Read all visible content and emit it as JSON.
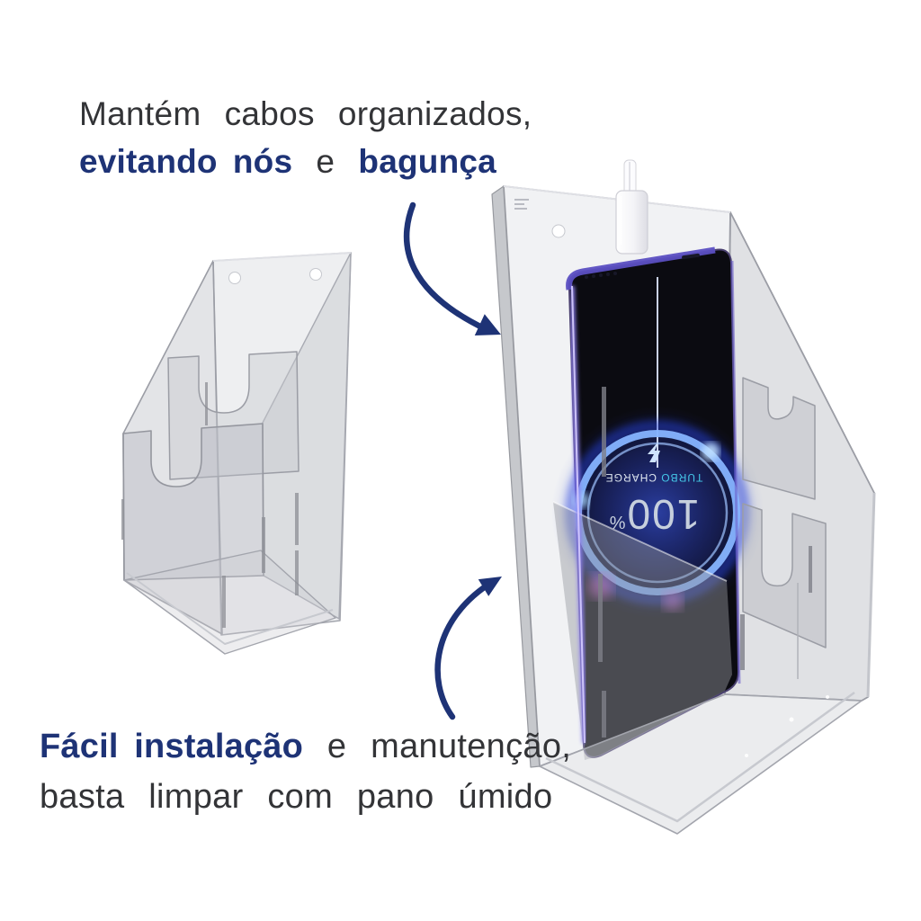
{
  "colors": {
    "accent_navy": "#1e3376",
    "text_dark": "#333437",
    "glow_blue": "#2b4bf2",
    "phone_purple": "#8d7fee",
    "acrylic_gray": "#a3a5ad"
  },
  "top_text": {
    "line1": "Mantém cabos organizados,",
    "bold1": "evitando nós",
    "sep": " e ",
    "bold2": "bagunça"
  },
  "bottom_text": {
    "bold1": "Fácil instalação",
    "rest1": " e manutenção,",
    "line2": "basta limpar com pano úmido"
  },
  "phone_screen": {
    "percent_value": "100",
    "percent_sign": "%",
    "status_word1": "TURBO",
    "status_word2": " CHARGE"
  },
  "icons": {
    "top_arrow": "curved-arrow-down-right",
    "bottom_arrow": "curved-arrow-up-right",
    "bolt": "lightning-bolt",
    "mount_hole": "screw-hole"
  }
}
